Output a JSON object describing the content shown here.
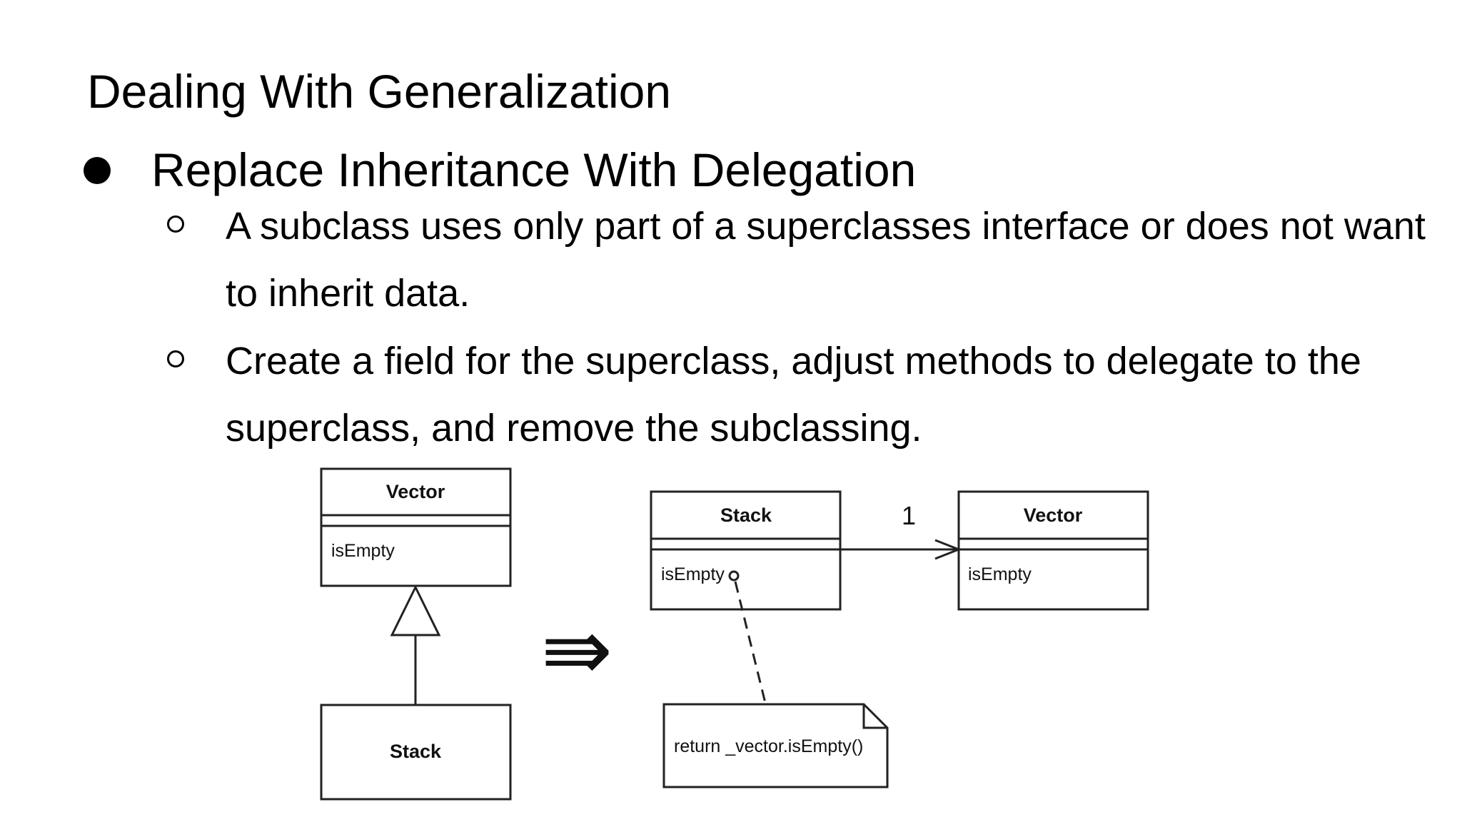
{
  "slide": {
    "title": "Dealing With Generalization",
    "bullet": "Replace Inheritance With Delegation",
    "subbullets": [
      "A subclass uses only part of a superclasses interface or does not want to inherit data.",
      "Create a field for the superclass, adjust methods to delegate to the superclass, and remove the subclassing."
    ]
  },
  "diagram": {
    "before": {
      "superclass": {
        "name": "Vector",
        "method": "isEmpty"
      },
      "subclass": {
        "name": "Stack"
      }
    },
    "transform_arrow": "⇛",
    "after": {
      "stack": {
        "name": "Stack",
        "method": "isEmpty"
      },
      "vector": {
        "name": "Vector",
        "method": "isEmpty"
      },
      "multiplicity": "1",
      "note": "return _vector.isEmpty()"
    }
  }
}
